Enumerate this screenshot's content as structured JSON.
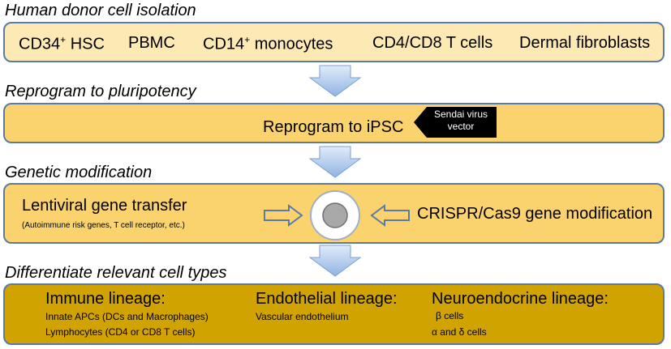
{
  "sections": {
    "isolation": "Human donor cell isolation",
    "reprogram": "Reprogram to pluripotency",
    "genetic": "Genetic modification",
    "differentiate": "Differentiate relevant cell types"
  },
  "donor_cells": {
    "hsc_prefix": "CD34",
    "hsc_sup": "+",
    "hsc_suffix": " HSC",
    "pbmc": "PBMC",
    "mono_prefix": "CD14",
    "mono_sup": "+",
    "mono_suffix": " monocytes",
    "tcells": "CD4/CD8 T cells",
    "fibro": "Dermal fibroblasts"
  },
  "reprogram": {
    "label": "Reprogram to iPSC",
    "vector_line1": "Sendai virus",
    "vector_line2": "vector"
  },
  "genetic": {
    "lenti_title": "Lentiviral gene transfer",
    "lenti_sub": "(Autoimmune risk genes, T cell receptor, etc.)",
    "crispr": "CRISPR/Cas9 gene modification"
  },
  "lineages": {
    "immune": {
      "title": "Immune lineage:",
      "item1": "Innate APCs (DCs and Macrophages)",
      "item2": "Lymphocytes (CD4 or CD8 T cells)"
    },
    "endothelial": {
      "title": "Endothelial lineage:",
      "item1": "Vascular endothelium"
    },
    "neuro": {
      "title": "Neuroendocrine lineage:",
      "item1": "β  cells",
      "item2": "α and δ cells"
    }
  },
  "colors": {
    "box_light": "#fde9b4",
    "box_mid": "#fbd36e",
    "box_dark": "#d0a300",
    "border": "#5b7aa6",
    "arrow_fill": "#a9c6ea"
  }
}
